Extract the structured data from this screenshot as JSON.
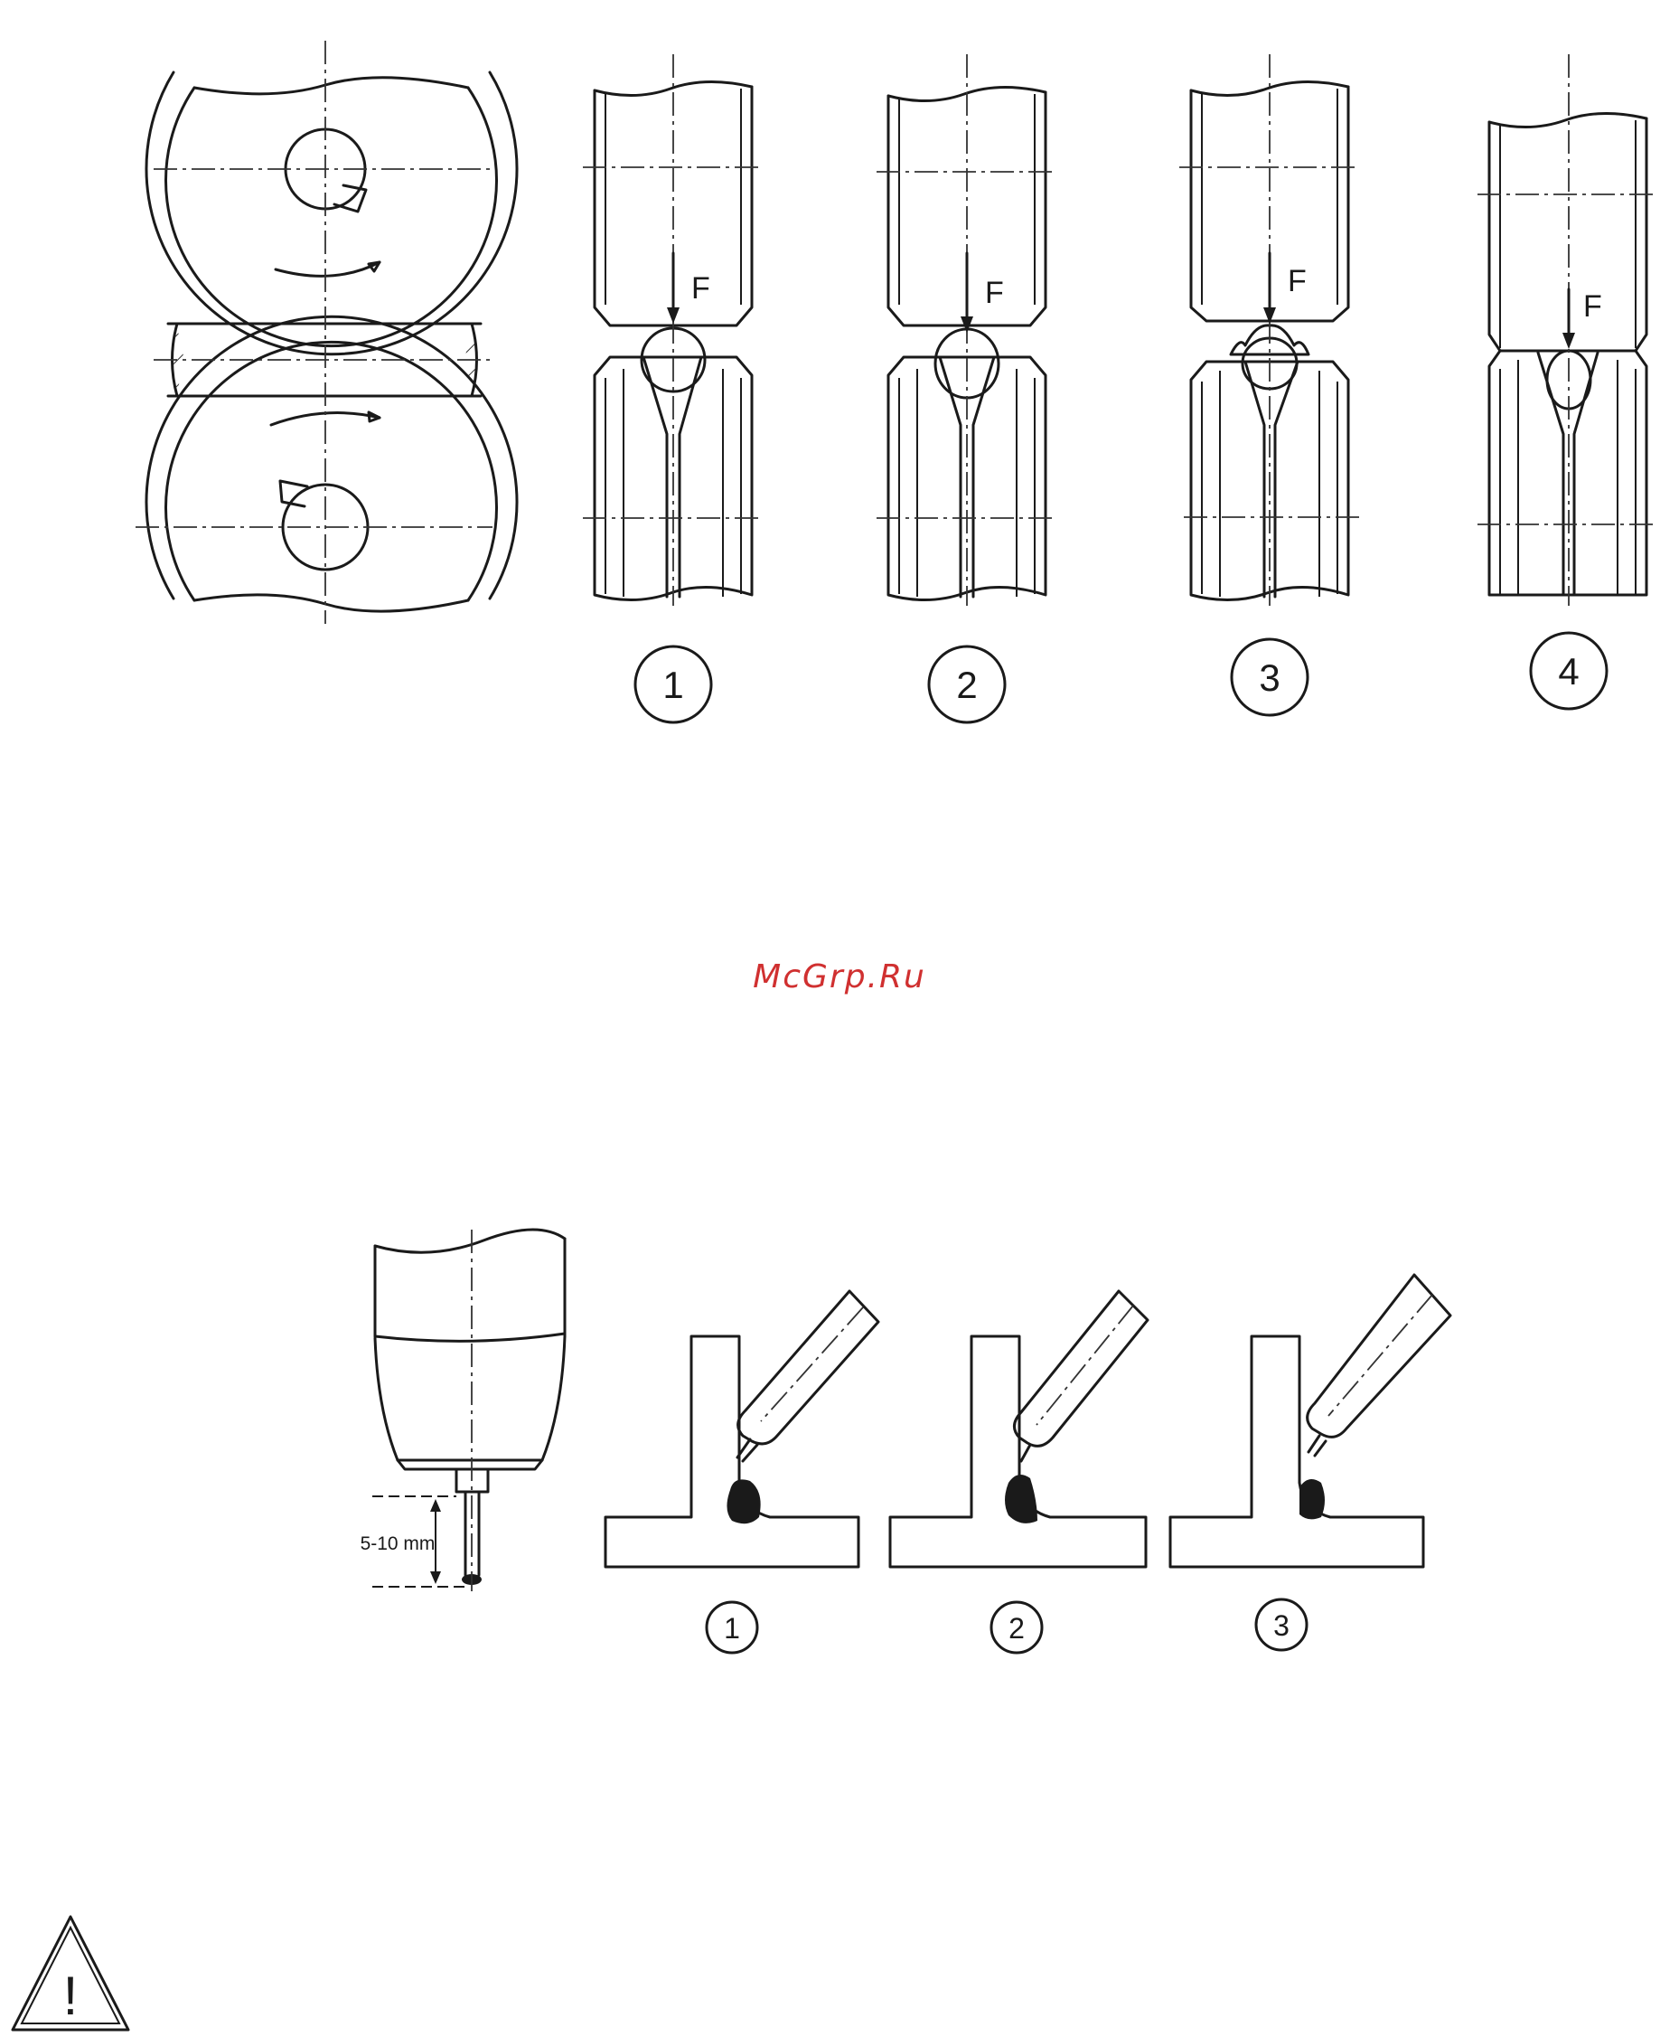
{
  "top_figure": {
    "force_label": "F",
    "steps": [
      "1",
      "2",
      "3",
      "4"
    ]
  },
  "bottom_figure": {
    "dimension_label": "5-10 mm",
    "steps": [
      "1",
      "2",
      "3"
    ]
  },
  "watermark": "McGrp.Ru",
  "warning_symbol": "!"
}
